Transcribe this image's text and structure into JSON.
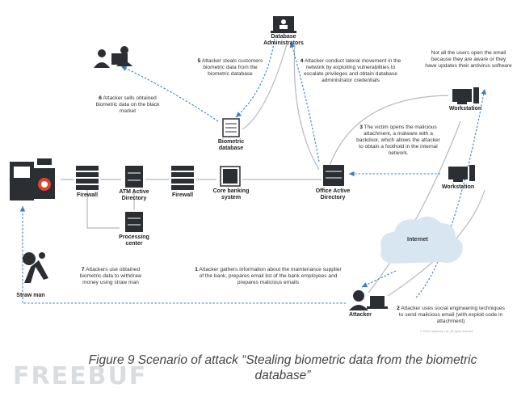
{
  "figure": {
    "caption": "Figure 9 Scenario of attack “Stealing biometric data from the biometric database”",
    "watermark": "FREEBUF",
    "copyright": "© 2016 Kaspersky Lab. All rights reserved."
  },
  "nodes": {
    "db_admins": "Database Administrators",
    "biometric_db": "Biometric database",
    "core_banking": "Core banking system",
    "firewall_left": "Firewall",
    "atm_ad": "ATM Active Directory",
    "firewall_mid": "Firewall",
    "processing": "Processing center",
    "office_ad": "Office Active Directory",
    "workstation_top": "Workstation",
    "workstation_mid": "Workstation",
    "internet": "Internet",
    "attacker": "Attacker",
    "straw_man": "Straw man"
  },
  "steps": {
    "s1_num": "1",
    "s1": "Attacker gathers information about the maintenance supplier of the bank, prepares email list of the bank employees and prepares malicious emails",
    "s2_num": "2",
    "s2": "Attacker uses social engineering techniques to send malicious email (with exploit code in attachment)",
    "s3_num": "3",
    "s3": "The victim opens the malicious attachment, a malware with a backdoor, which allows the attacker to obtain a foothold in the internal network.",
    "s4_num": "4",
    "s4": "Attacker conduct lateral movement in the network by exploiting vulnerabilities to escalate privileges and obtain database administrator credentials",
    "s5_num": "5",
    "s5": "Attacker steals customers biometric data from the biometric database",
    "s6_num": "6",
    "s6": "Attacker sells obtained biometric data on the black market",
    "s7_num": "7",
    "s7": "Attackers use obtained biometric data to withdraw money using straw man",
    "note": "Not all the users open the email because they are aware or they have updates their antivirus software"
  },
  "colors": {
    "arrow": "#3a7fc4",
    "line": "#b5b9bd",
    "icon": "#2b2f33",
    "cloud": "#d8e6f2",
    "atm_accent": "#e0432f"
  }
}
